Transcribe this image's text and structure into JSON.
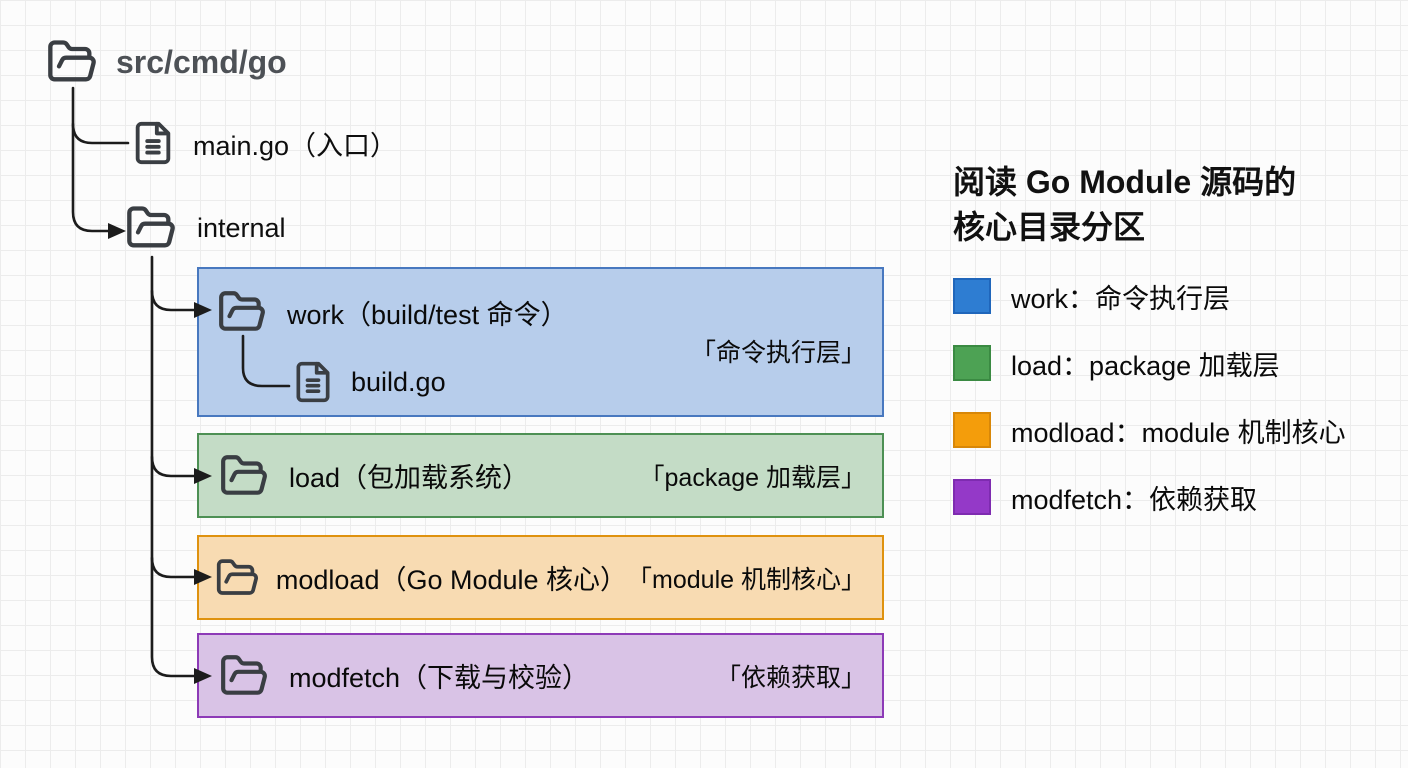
{
  "tree": {
    "root_label": "src/cmd/go",
    "main_label": "main.go（入口）",
    "internal_label": "internal"
  },
  "boxes": [
    {
      "name": "work",
      "label": "work（build/test 命令）",
      "tag": "「命令执行层」",
      "fill": "#b7cdeb",
      "border": "#4878bf",
      "child_label": "build.go"
    },
    {
      "name": "load",
      "label": "load（包加载系统）",
      "tag": "「package 加载层」",
      "fill": "#c4dcc6",
      "border": "#4d9054"
    },
    {
      "name": "modload",
      "label": "modload（Go Module 核心）",
      "tag": "「module 机制核心」",
      "fill": "#f8dbb2",
      "border": "#df920f"
    },
    {
      "name": "modfetch",
      "label": "modfetch（下载与校验）",
      "tag": "「依赖获取」",
      "fill": "#d9c3e6",
      "border": "#8d3ab7"
    }
  ],
  "panel": {
    "title_line1": "阅读 Go Module 源码的",
    "title_line2": "核心目录分区",
    "legend": [
      {
        "label": "work：命令执行层",
        "swatch": "#2e7dd2",
        "swatch_border": "#1f66bb"
      },
      {
        "label": "load：package 加载层",
        "swatch": "#4da254",
        "swatch_border": "#3a8a42"
      },
      {
        "label": "modload：module 机制核心",
        "swatch": "#f49d0b",
        "swatch_border": "#d88708"
      },
      {
        "label": "modfetch：依赖获取",
        "swatch": "#9439c8",
        "swatch_border": "#7e2bb0"
      }
    ]
  },
  "colors": {
    "line": "#1c1c1c",
    "icon_stroke": "#3a3e43",
    "grid": "#ececec"
  }
}
